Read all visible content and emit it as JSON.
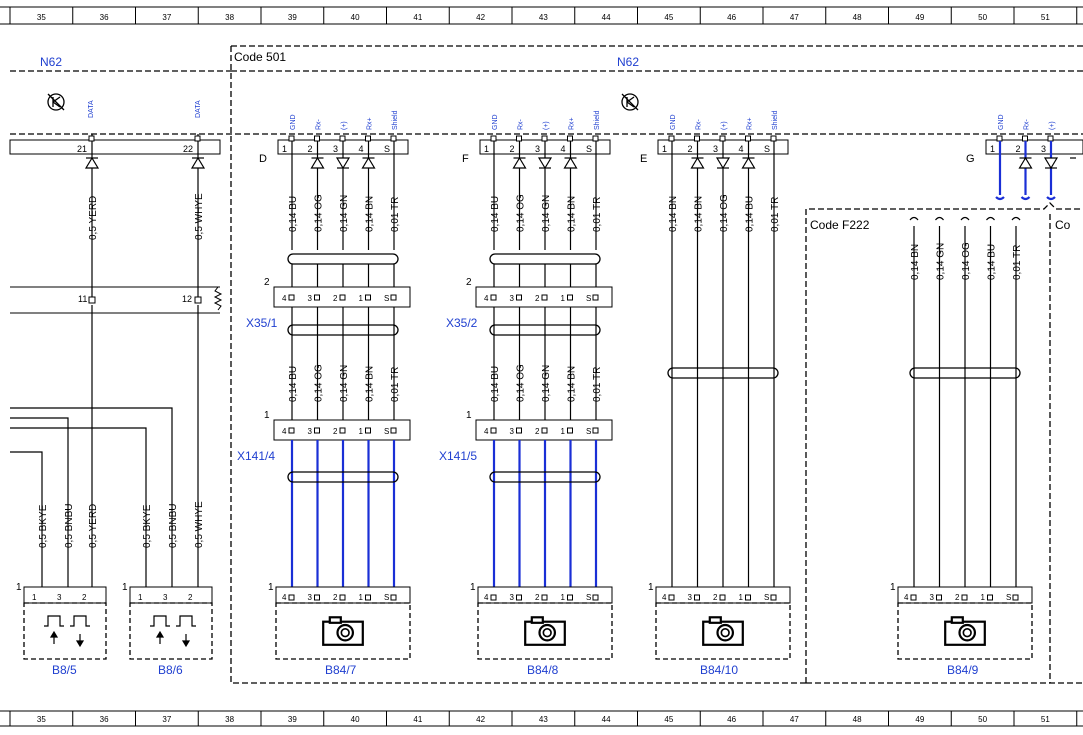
{
  "grid": {
    "columns": [
      "35",
      "36",
      "37",
      "38",
      "39",
      "40",
      "41",
      "42",
      "43",
      "44",
      "45",
      "46",
      "47",
      "48",
      "49",
      "50",
      "51"
    ]
  },
  "colors": {
    "ink": "#000000",
    "blue_label": "#1f3fd0",
    "blue_wire": "#1a2fd6"
  },
  "frames": {
    "code_501": "Code 501",
    "code_f222": "Code F222",
    "code_partial": "Co",
    "n62_left": "N62",
    "n62_center": "N62"
  },
  "top_connector_left": {
    "pins": [
      {
        "num": "21",
        "signal": "DATA",
        "wire": "0,5 YERD",
        "bottom_pin": "11"
      },
      {
        "num": "22",
        "signal": "DATA",
        "wire": "0,5 WHYE",
        "bottom_pin": "12"
      }
    ]
  },
  "top_connectors": [
    {
      "letter": "D",
      "signals": [
        "GND",
        "Rx-",
        "(+)",
        "Rx+",
        "Shield"
      ],
      "nums": [
        "1",
        "2",
        "3",
        "4",
        "S"
      ]
    },
    {
      "letter": "F",
      "signals": [
        "GND",
        "Rx-",
        "(+)",
        "Rx+",
        "Shield"
      ],
      "nums": [
        "1",
        "2",
        "3",
        "4",
        "S"
      ]
    },
    {
      "letter": "E",
      "signals": [
        "GND",
        "Rx-",
        "(+)",
        "Rx+",
        "Shield"
      ],
      "nums": [
        "1",
        "2",
        "3",
        "4",
        "S"
      ]
    },
    {
      "letter": "G",
      "signals": [
        "GND",
        "Rx-",
        "(+)"
      ],
      "nums": [
        "1",
        "2",
        "3"
      ]
    }
  ],
  "wire_groups": {
    "b847_upper": [
      "0,14 BU",
      "0,14 OG",
      "0,14 GN",
      "0,14 BN",
      "0,01 TR"
    ],
    "b847_lower": [
      "0,14 BU",
      "0,14 OG",
      "0,14 GN",
      "0,14 BN",
      "0,01 TR"
    ],
    "b848_upper": [
      "0,14 BU",
      "0,14 OG",
      "0,14 GN",
      "0,14 BN",
      "0,01 TR"
    ],
    "b848_lower": [
      "0,14 BU",
      "0,14 OG",
      "0,14 GN",
      "0,14 BN",
      "0,01 TR"
    ],
    "b8410": [
      "0,14 BN",
      "0,14 BN",
      "0,14 OG",
      "0,14 BU",
      "0,01 TR"
    ],
    "b849": [
      "0,14 BN",
      "0,14 GN",
      "0,14 OG",
      "0,14 BU",
      "0,01 TR"
    ],
    "b85": [
      "0,5 BKYE",
      "0,5 BNBU",
      "0,5 YERD"
    ],
    "b86": [
      "0,5 BKYE",
      "0,5 BNBU",
      "0,5 WHYE"
    ]
  },
  "inline_connectors": [
    {
      "name": "X35/1",
      "num": "2",
      "pins": [
        "4",
        "3",
        "2",
        "1",
        "S"
      ]
    },
    {
      "name": "X35/2",
      "num": "2",
      "pins": [
        "4",
        "3",
        "2",
        "1",
        "S"
      ]
    },
    {
      "name": "X141/4",
      "num": "1",
      "pins": [
        "4",
        "3",
        "2",
        "1",
        "S"
      ]
    },
    {
      "name": "X141/5",
      "num": "1",
      "pins": [
        "4",
        "3",
        "2",
        "1",
        "S"
      ]
    }
  ],
  "components": [
    {
      "name": "B8/5",
      "num": "1",
      "pins": [
        "1",
        "3",
        "2"
      ]
    },
    {
      "name": "B8/6",
      "num": "1",
      "pins": [
        "1",
        "3",
        "2"
      ]
    },
    {
      "name": "B84/7",
      "num": "1",
      "pins": [
        "4",
        "3",
        "2",
        "1",
        "S"
      ]
    },
    {
      "name": "B84/8",
      "num": "1",
      "pins": [
        "4",
        "3",
        "2",
        "1",
        "S"
      ]
    },
    {
      "name": "B84/10",
      "num": "1",
      "pins": [
        "4",
        "3",
        "2",
        "1",
        "S"
      ]
    },
    {
      "name": "B84/9",
      "num": "1",
      "pins": [
        "4",
        "3",
        "2",
        "1",
        "S"
      ]
    }
  ]
}
